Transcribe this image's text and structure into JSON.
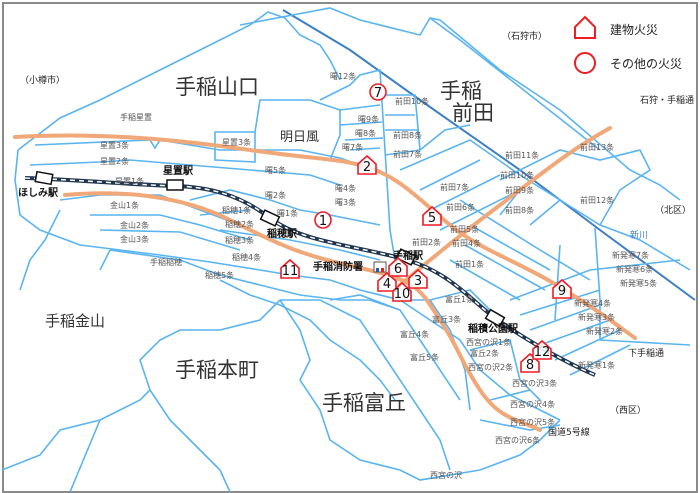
{
  "colors": {
    "boundary": "#5ab4f0",
    "road": "#f0a878",
    "railway": "#1f3550",
    "marker": "#ee1c25",
    "ward_line": "#3d7fc4"
  },
  "legend": {
    "building_fire": "建物火災",
    "other_fire": "その他の火災",
    "building_fire_icon": "house-outline-icon",
    "other_fire_icon": "circle-outline-icon"
  },
  "areas": {
    "yamaguchi": "手稲山口",
    "maeda_1": "手稲",
    "maeda_2": "前田",
    "kanayama": "手稲金山",
    "honcho": "手稲本町",
    "tomioka": "手稲富丘",
    "asukaze": "明日風"
  },
  "neighbors": {
    "otaru": "（小樽市）",
    "ishikari": "（石狩市）",
    "kita": "（北区）",
    "nishi": "（西区）"
  },
  "roads": {
    "ishikari_teine": "石狩・手稲通",
    "shimoteine": "下手稲通",
    "route5": "国道5号線",
    "shinkawa": "新川"
  },
  "stations": {
    "hoshimi": "ほしみ駅",
    "hoshioki": "星置駅",
    "inaho": "稲穂駅",
    "teine": "手稲駅",
    "inazumi": "稲積公園駅",
    "fire_station": "手稲消防署"
  },
  "districts": [
    {
      "t": "手稲星置"
    },
    {
      "t": "星置3条"
    },
    {
      "t": "星置2条"
    },
    {
      "t": "星置1条"
    },
    {
      "t": "星置3条"
    },
    {
      "t": "金山1条"
    },
    {
      "t": "金山2条"
    },
    {
      "t": "金山3条"
    },
    {
      "t": "曙5条"
    },
    {
      "t": "曙2条"
    },
    {
      "t": "曙1条"
    },
    {
      "t": "曙4条"
    },
    {
      "t": "曙3条"
    },
    {
      "t": "曙7条"
    },
    {
      "t": "曙8条"
    },
    {
      "t": "曙9条"
    },
    {
      "t": "曙12条"
    },
    {
      "t": "稲穂1条"
    },
    {
      "t": "稲穂2条"
    },
    {
      "t": "稲穂3条"
    },
    {
      "t": "稲穂4条"
    },
    {
      "t": "稲穂5条"
    },
    {
      "t": "手稲稲穂"
    },
    {
      "t": "前田10条"
    },
    {
      "t": "前田8条"
    },
    {
      "t": "前田7条"
    },
    {
      "t": "前田11条"
    },
    {
      "t": "前田13条"
    },
    {
      "t": "前田12条"
    },
    {
      "t": "前田10条"
    },
    {
      "t": "前田9条"
    },
    {
      "t": "前田8条"
    },
    {
      "t": "前田7条"
    },
    {
      "t": "前田6条"
    },
    {
      "t": "前田5条"
    },
    {
      "t": "前田4条"
    },
    {
      "t": "前田2条"
    },
    {
      "t": "前田1条"
    },
    {
      "t": "新発寒7条"
    },
    {
      "t": "新発寒6条"
    },
    {
      "t": "新発寒5条"
    },
    {
      "t": "新発寒4条"
    },
    {
      "t": "新発寒3条"
    },
    {
      "t": "新発寒2条"
    },
    {
      "t": "新発寒1条"
    },
    {
      "t": "富丘4条"
    },
    {
      "t": "富丘3条"
    },
    {
      "t": "富丘2条"
    },
    {
      "t": "富丘5条"
    },
    {
      "t": "富丘1条"
    },
    {
      "t": "西宮の沢1条"
    },
    {
      "t": "西宮の沢2条"
    },
    {
      "t": "西宮の沢3条"
    },
    {
      "t": "西宮の沢4条"
    },
    {
      "t": "西宮の沢5条"
    },
    {
      "t": "西宮の沢6条"
    },
    {
      "t": "西宮の沢"
    }
  ],
  "incidents": [
    {
      "id": "1",
      "type": "other"
    },
    {
      "id": "2",
      "type": "building"
    },
    {
      "id": "3",
      "type": "building"
    },
    {
      "id": "4",
      "type": "building"
    },
    {
      "id": "5",
      "type": "building"
    },
    {
      "id": "6",
      "type": "building"
    },
    {
      "id": "7",
      "type": "other"
    },
    {
      "id": "8",
      "type": "building"
    },
    {
      "id": "9",
      "type": "building"
    },
    {
      "id": "10",
      "type": "building"
    },
    {
      "id": "11",
      "type": "building"
    },
    {
      "id": "12",
      "type": "building"
    }
  ]
}
